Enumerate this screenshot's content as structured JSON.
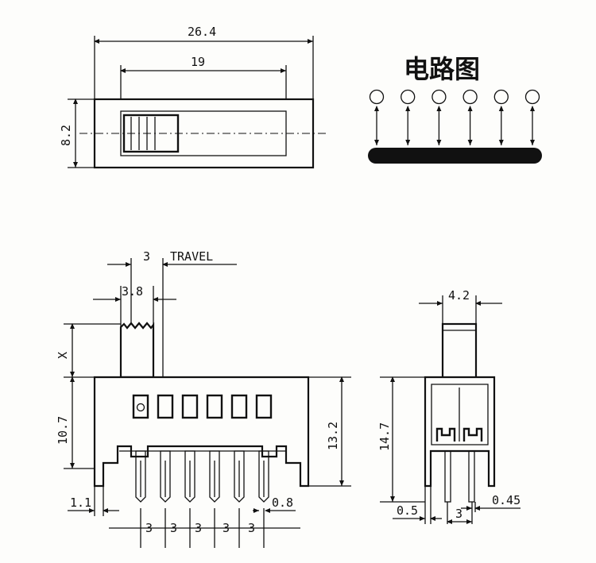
{
  "top_view": {
    "dim_overall_length": "26.4",
    "dim_slot_length": "19",
    "dim_height": "8.2"
  },
  "circuit": {
    "title": "电路图",
    "terminal_count": 6
  },
  "front_view": {
    "dim_travel_value": "3",
    "dim_travel_label": "TRAVEL",
    "dim_actuator_width": "3.8",
    "dim_actuator_height": "X",
    "dim_body_height": "10.7",
    "dim_total_height": "13.2",
    "dim_left_offset": "1.1",
    "dim_pin_width": "0.8",
    "pin_pitches": [
      "3",
      "3",
      "3",
      "3",
      "3"
    ],
    "pin_count": 6
  },
  "side_view": {
    "dim_actuator_width": "4.2",
    "dim_total_height": "14.7",
    "dim_left_offset": "0.5",
    "dim_pin_spacing": "3",
    "dim_pin_width": "0.45"
  }
}
